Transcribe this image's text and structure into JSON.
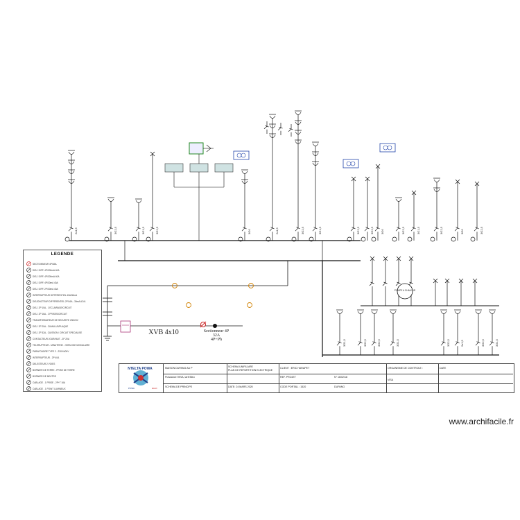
{
  "legend": {
    "title": "LEGENDE",
    "items": [
      {
        "icon": "sectionneur-red-icon",
        "text": "SECTIONNEUR 4P/63A"
      },
      {
        "icon": "ddr-icon",
        "text": "DISJ. DIFF. 4P/300mA 40A"
      },
      {
        "icon": "ddr-icon",
        "text": "DISJ. DIFF. 4P/300mA 40A"
      },
      {
        "icon": "ddr-icon",
        "text": "DISJ. DIFF. 4P/30mA 40A"
      },
      {
        "icon": "ddr-icon",
        "text": "DISJ. DIFF. 2P/30mA 40A"
      },
      {
        "icon": "breaker-icon",
        "text": "INTERRUPTEUR DIFFERENTIEL 40A/30mA"
      },
      {
        "icon": "breaker-icon",
        "text": "DISJONCTEUR DIFFERENTIEL 2P/16A - 30mA AC/A"
      },
      {
        "icon": "breaker-icon",
        "text": "DISJ. 2P 10A - 1 ECLAIRAGE/CIRCUIT"
      },
      {
        "icon": "breaker-icon",
        "text": "DISJ. 2P 16A - 2 PRISES/CIRCUIT"
      },
      {
        "icon": "transfo-icon",
        "text": "TRANSFORMATEUR DE SECURITE 230/24V"
      },
      {
        "icon": "breaker-icon",
        "text": "DISJ. 2P 20A - CUMULUS/PLAQUE"
      },
      {
        "icon": "breaker-icon",
        "text": "DISJ. 2P 32A - CUISSON / CIRCUIT SPECIALISE"
      },
      {
        "icon": "breaker-icon",
        "text": "CONTACTEUR JOUR/NUIT - 2P 20A"
      },
      {
        "icon": "breaker-icon",
        "text": "TELERUPTEUR - MINUTERIE - HORLOGE MODULAIRE"
      },
      {
        "icon": "breaker-icon",
        "text": "PARAFOUDRE TYPE 2 - 230V/400V"
      },
      {
        "icon": "breaker-icon",
        "text": "INTERRUPTEUR - 2P 40A"
      },
      {
        "icon": "breaker-icon",
        "text": "DELESTEUR 2 VOIES"
      },
      {
        "icon": "breaker-icon",
        "text": "BORNIER DE TERRE - PRISE DE TERRE"
      },
      {
        "icon": "breaker-icon",
        "text": "BORNIER DE NEUTRE"
      },
      {
        "icon": "breaker-icon",
        "text": "CABLAGE - 1 PRISE - 2P+T 16A"
      },
      {
        "icon": "breaker-icon",
        "text": "CABLAGE - 1 POINT LUMINEUX"
      }
    ]
  },
  "diagram": {
    "main_cable": "XVB 4x10",
    "sectionneur_lines": [
      "Sectionneur 4P",
      "32A",
      "4P+Ph"
    ],
    "circuit_labels": [
      "2x1,5",
      "3G2,5",
      "3G1,5",
      "3G2,5",
      "3G6",
      "2x1,5",
      "3G2,5",
      "3G1,5",
      "3G2,5",
      "3G2,5",
      "3G6",
      "3G2,5",
      "3G1,5",
      "3G2,5",
      "3G6",
      "3G2,5",
      "3G1,5",
      "3G2,5",
      "3G2,5",
      "3G1,5",
      "3G2,5"
    ],
    "pump_label": "POMPE A CHALEUR",
    "breaker_bar_labels": [
      "30mA",
      "30mA",
      "30mA"
    ],
    "feeder_label": "XVB 4x10"
  },
  "titleblock": {
    "logo_text": "NTELTA POWA",
    "cells": [
      "MAISON DUPANG AU P",
      "SCHEMA UNIFILAIRE",
      "PLAN DE REPARTITION ELECTRIQUE",
      "CLIENT : ERIC HARAPET",
      "ORGANISME DE CONTROLE :",
      "DATE",
      "Puissance 9KVA, tarif Bleu",
      "REF. PROJET",
      "N° 16/02/18",
      "VISA",
      "SCHEMA DE PRINCIPE",
      "DATE: 24 MARS 2020",
      "CODE PORTAIL : 1520",
      "DUPANG"
    ]
  },
  "watermark": "www.archifacile.fr",
  "colors": {
    "line": "#111111",
    "accent_red": "#cc2222",
    "accent_blue": "#2244aa",
    "accent_green": "#228822",
    "orange": "#d08000"
  }
}
